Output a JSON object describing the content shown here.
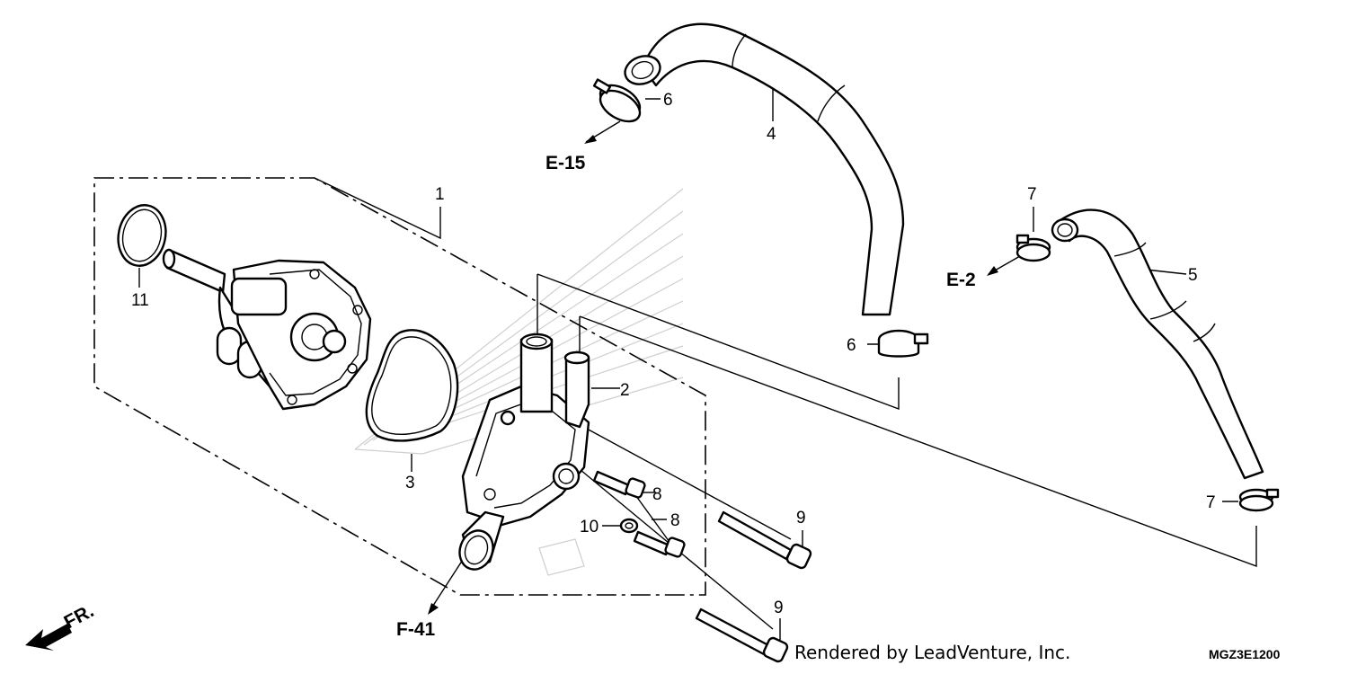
{
  "callouts": {
    "c1": "1",
    "c2": "2",
    "c3": "3",
    "c4": "4",
    "c5": "5",
    "c6a": "6",
    "c6b": "6",
    "c7a": "7",
    "c7b": "7",
    "c8a": "8",
    "c8b": "8",
    "c9a": "9",
    "c9b": "9",
    "c10": "10",
    "c11": "11"
  },
  "references": {
    "e15": "E-15",
    "e2": "E-2",
    "f41": "F-41",
    "front": "FR."
  },
  "footer": {
    "credit": "Rendered by LeadVenture, Inc.",
    "code": "MGZ3E1200"
  },
  "icons": {
    "front": "front-direction-arrow-icon"
  }
}
